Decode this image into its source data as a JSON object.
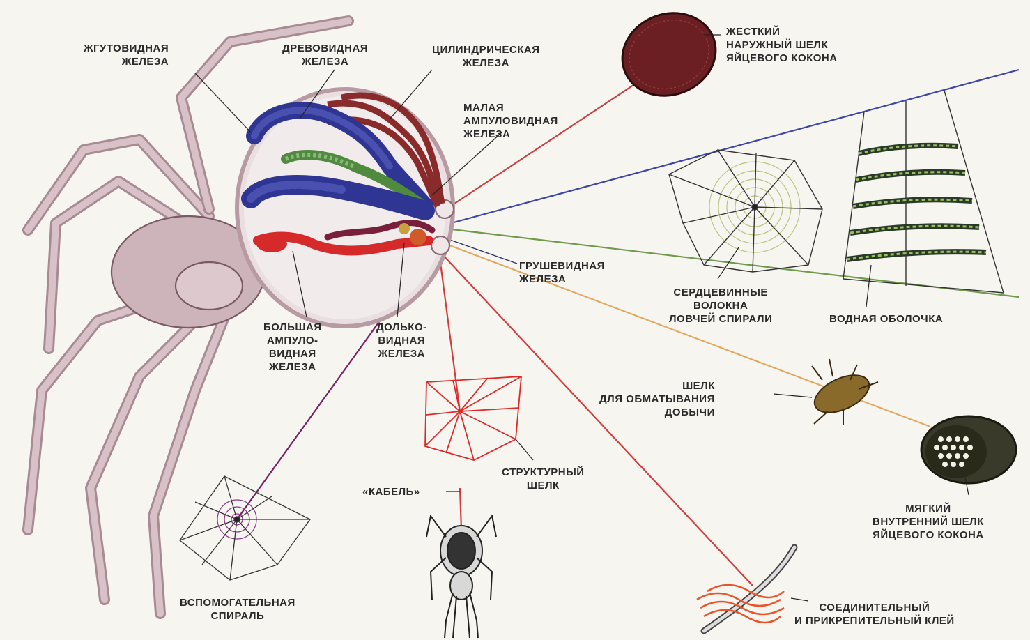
{
  "labels": {
    "flagelliform": [
      "ЖГУТОВИДНАЯ",
      "ЖЕЛЕЗА"
    ],
    "aggregate": [
      "ДРЕВОВИДНАЯ",
      "ЖЕЛЕЗА"
    ],
    "tubuliform": [
      "ЦИЛИНДРИЧЕСКАЯ",
      "ЖЕЛЕЗА"
    ],
    "minor_ampullate": [
      "МАЛАЯ",
      "АМПУЛОВИДНАЯ",
      "ЖЕЛЕЗА"
    ],
    "egg_sac_outer": [
      "ЖЕСТКИЙ",
      "НАРУЖНЫЙ ШЕЛК",
      "ЯЙЦЕВОГО КОКОНА"
    ],
    "piriform": [
      "ГРУШЕВИДНАЯ",
      "ЖЕЛЕЗА"
    ],
    "core_fibers": [
      "СЕРДЦЕВИННЫЕ",
      "ВОЛОКНА",
      "ЛОВЧЕЙ СПИРАЛИ"
    ],
    "aqueous_coat": [
      "ВОДНАЯ ОБОЛОЧКА"
    ],
    "major_ampullate": [
      "БОЛЬШАЯ",
      "АМПУЛО-",
      "ВИДНАЯ",
      "ЖЕЛЕЗА"
    ],
    "aciniform": [
      "ДОЛЬКО-",
      "ВИДНАЯ",
      "ЖЕЛЕЗА"
    ],
    "prey_wrap": [
      "ШЕЛК",
      "ДЛЯ ОБМАТЫВАНИЯ",
      "ДОБЫЧИ"
    ],
    "structural": [
      "СТРУКТУРНЫЙ",
      "ШЕЛК"
    ],
    "dragline": [
      "«КАБЕЛЬ»"
    ],
    "egg_sac_inner": [
      "МЯГКИЙ",
      "ВНУТРЕННИЙ ШЕЛК",
      "ЯЙЦЕВОГО КОКОНА"
    ],
    "auxiliary_spiral": [
      "ВСПОМОГАТЕЛЬНАЯ",
      "СПИРАЛЬ"
    ],
    "attachment_glue": [
      "СОЕДИНИТЕЛЬНЫЙ",
      "И ПРИКРЕПИТЕЛЬНЫЙ КЛЕЙ"
    ]
  },
  "colors": {
    "background": "#f7f5f0",
    "spider_body": "#b3929c",
    "aggregate_gland": "#2f3592",
    "flagelliform_gland": "#4f8a3f",
    "tubuliform_gland": "#8a2b2b",
    "major_ampullate_gland": "#d62a2a",
    "line_red": "#d63a3a",
    "line_blue": "#3d46a8",
    "line_green": "#6f9a4a",
    "line_orange": "#e2a860",
    "line_purple": "#7a1f62"
  }
}
